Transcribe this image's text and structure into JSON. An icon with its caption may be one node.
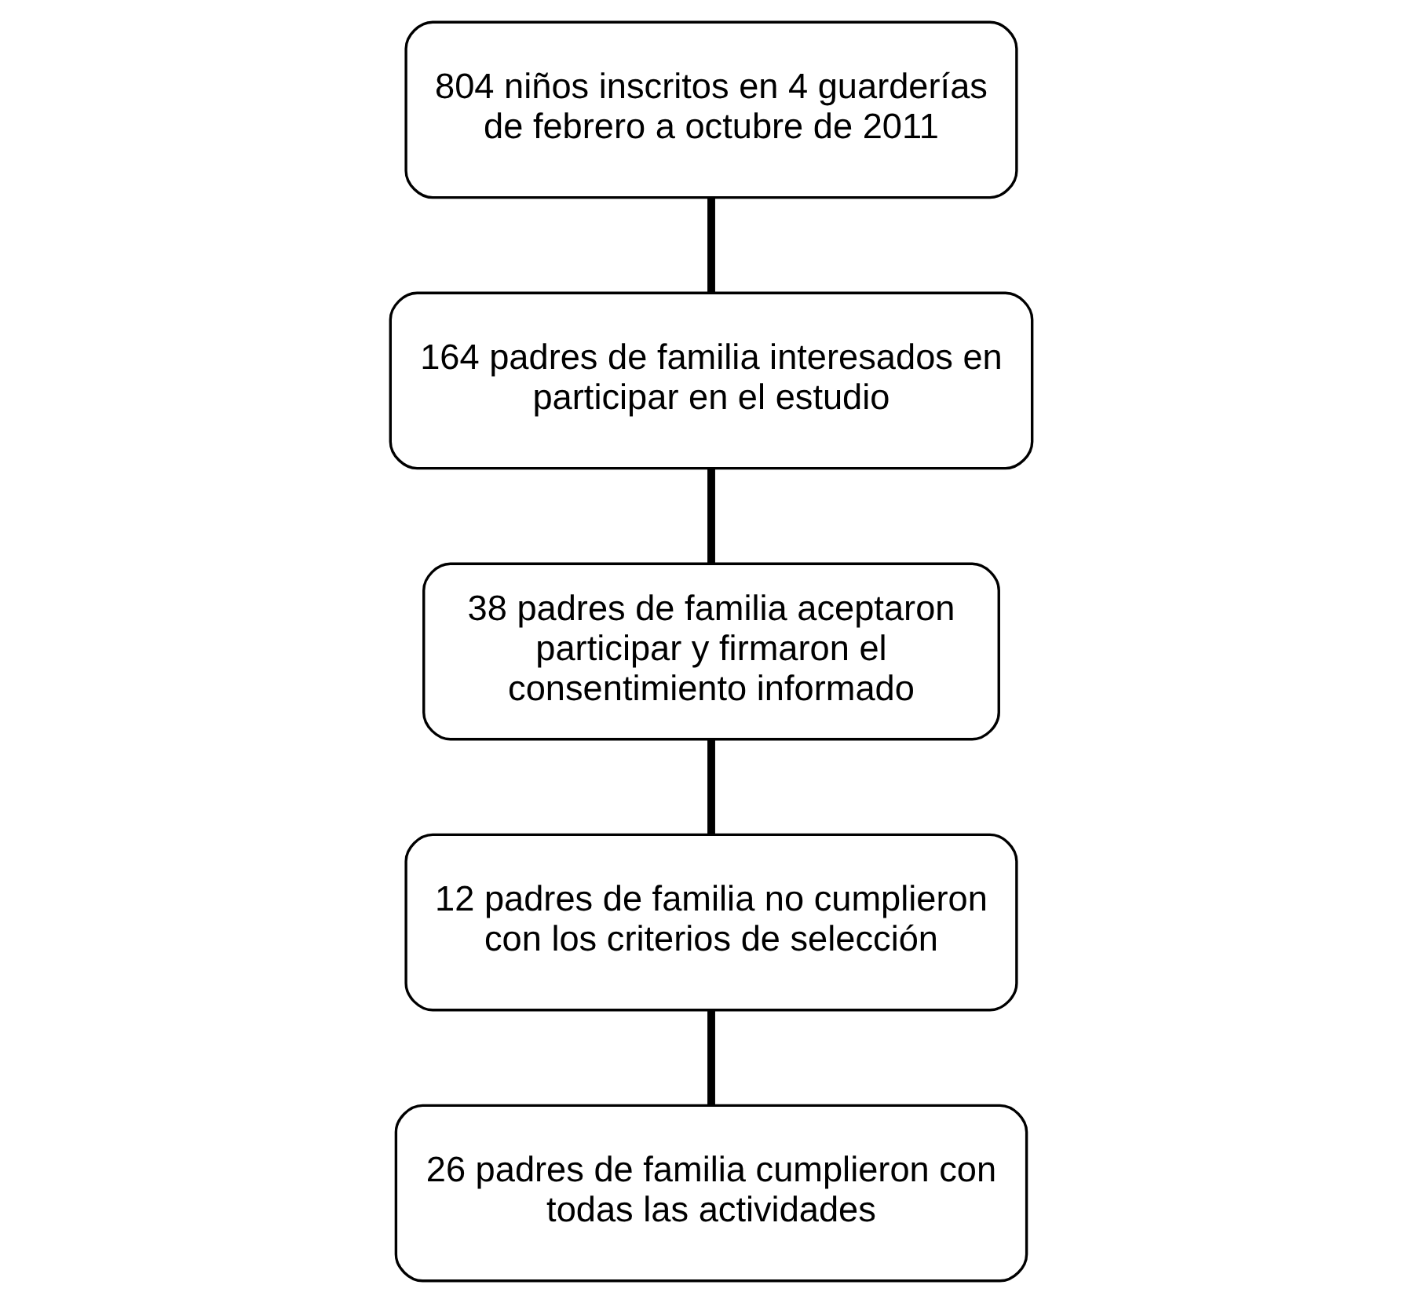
{
  "diagram": {
    "nodes": [
      {
        "text": [
          "804 niños inscritos en 4 guarderías de febrero a octubre de 2011"
        ]
      },
      {
        "text": [
          "164 padres de familia interesados en participar en el estudio"
        ]
      },
      {
        "text": [
          "38 padres de familia aceptaron participar y firmaron el consentimiento informado"
        ]
      },
      {
        "text": [
          "12 padres de familia no cumplieron con los criterios de selección"
        ]
      },
      {
        "text": [
          "26 padres de familia cumplieron con todas las actividades"
        ]
      }
    ],
    "edges": [
      {
        "from": 0,
        "to": 1,
        "arrow": "none"
      },
      {
        "from": 1,
        "to": 2,
        "arrow": "none"
      },
      {
        "from": 2,
        "to": 3,
        "arrow": "none"
      },
      {
        "from": 3,
        "to": 4,
        "arrow": "none"
      }
    ]
  }
}
